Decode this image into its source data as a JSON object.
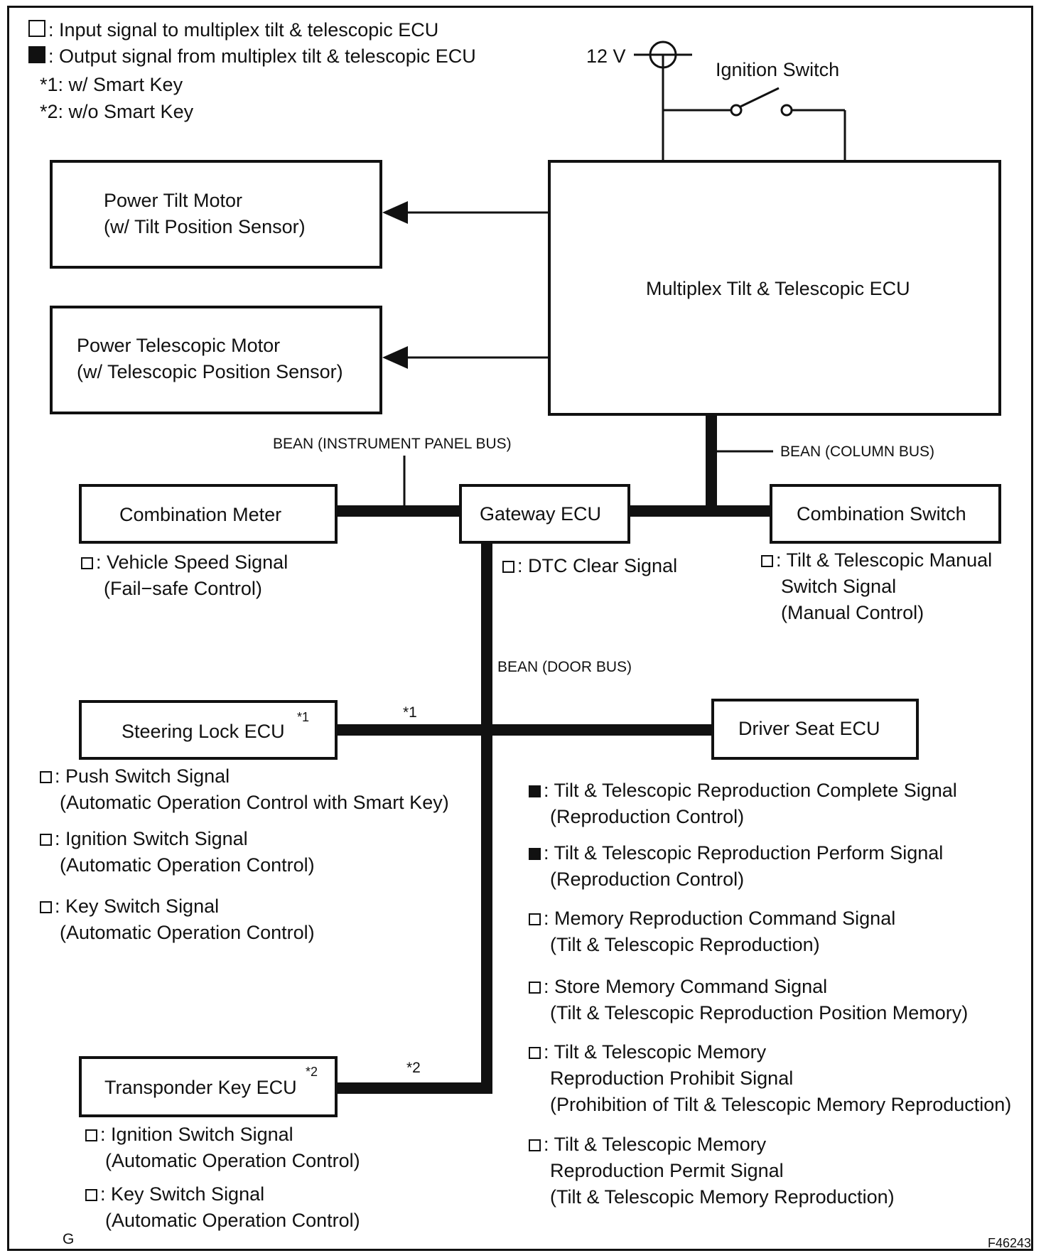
{
  "legend": {
    "input": ": Input signal to multiplex tilt & telescopic ECU",
    "output": ": Output signal from multiplex tilt & telescopic ECU",
    "note1": "*1: w/ Smart Key",
    "note2": "*2: w/o Smart Key"
  },
  "power": {
    "voltage": "12 V",
    "ignition_switch": "Ignition Switch"
  },
  "boxes": {
    "tilt_motor": [
      "Power Tilt Motor",
      "(w/ Tilt Position Sensor)"
    ],
    "telescopic_motor": [
      "Power Telescopic Motor",
      "(w/ Telescopic Position Sensor)"
    ],
    "ecu": "Multiplex Tilt & Telescopic ECU",
    "combination_meter": "Combination Meter",
    "gateway": "Gateway ECU",
    "combination_switch": "Combination Switch",
    "steering_lock": "Steering Lock ECU",
    "steering_lock_note": "*1",
    "driver_seat": "Driver Seat ECU",
    "transponder": "Transponder Key ECU",
    "transponder_note": "*2"
  },
  "buses": {
    "instrument_panel": "BEAN (INSTRUMENT PANEL BUS)",
    "column": "BEAN (COLUMN BUS)",
    "door": "BEAN (DOOR BUS)",
    "note1": "*1",
    "note2": "*2"
  },
  "signals": {
    "meter": [
      ": Vehicle Speed Signal",
      "(Fail−safe Control)"
    ],
    "dtc": ": DTC Clear Signal",
    "switch": [
      ": Tilt & Telescopic Manual",
      "Switch Signal",
      "(Manual Control)"
    ],
    "steering_lock": [
      [
        ": Push Switch Signal",
        "(Automatic Operation Control with Smart Key)"
      ],
      [
        ": Ignition Switch Signal",
        "(Automatic Operation Control)"
      ],
      [
        ": Key Switch Signal",
        "(Automatic Operation Control)"
      ]
    ],
    "transponder": [
      [
        ": Ignition Switch Signal",
        "(Automatic Operation Control)"
      ],
      [
        ": Key Switch Signal",
        "(Automatic Operation Control)"
      ]
    ],
    "driver_seat": [
      [
        ": Tilt & Telescopic Reproduction Complete Signal",
        "(Reproduction Control)"
      ],
      [
        ": Tilt & Telescopic Reproduction Perform Signal",
        "(Reproduction Control)"
      ],
      [
        ": Memory Reproduction Command Signal",
        "(Tilt & Telescopic Reproduction)"
      ],
      [
        ": Store Memory Command Signal",
        "(Tilt & Telescopic Reproduction Position Memory)"
      ],
      [
        ": Tilt & Telescopic Memory",
        "Reproduction Prohibit Signal",
        "(Prohibition of Tilt & Telescopic Memory Reproduction)"
      ],
      [
        ": Tilt & Telescopic Memory",
        "Reproduction Permit Signal",
        "(Tilt & Telescopic Memory Reproduction)"
      ]
    ]
  },
  "footer": {
    "left": "G",
    "right": "F46243"
  }
}
